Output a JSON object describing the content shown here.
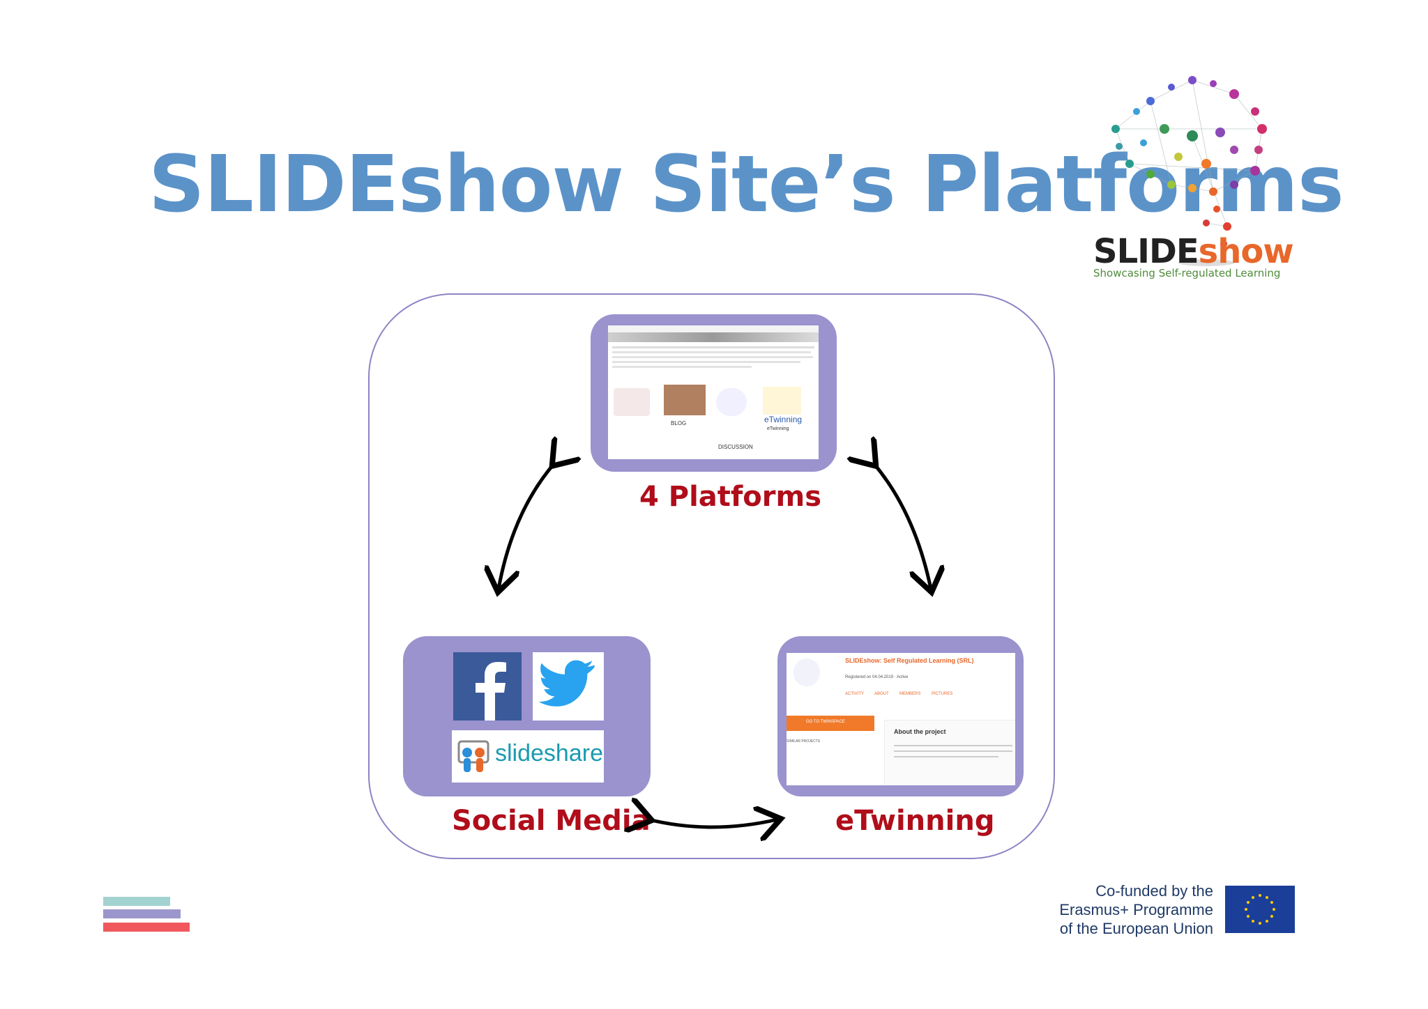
{
  "slide": {
    "title": "SLIDEshow Site’s Platforms"
  },
  "logo": {
    "word_black": "SLIDE",
    "word_orange": "show",
    "tagline": "Showcasing Self-regulated Learning"
  },
  "nodes": {
    "platforms": {
      "label": "4 Platforms",
      "thumb_items": [
        "BLOG",
        "DISCUSSION",
        "eTwinning",
        "eTwinning"
      ]
    },
    "social": {
      "label": "Social Media",
      "slideshare_text": "slideshare"
    },
    "etwinning": {
      "label": "eTwinning",
      "header": "SLIDEshow: Self Regulated Learning (SRL)",
      "registered": "Registered on 04.04.2019 · Active",
      "tabs": [
        "ACTIVITY",
        "ABOUT",
        "MEMBERS",
        "PICTURES"
      ],
      "cta": "GO TO TWINSPACE",
      "similar": "SIMILAR PROJECTS",
      "about_title": "About the project"
    }
  },
  "footer": {
    "eu_line1": "Co-funded by the",
    "eu_line2": "Erasmus+ Programme",
    "eu_line3": "of the European Union"
  },
  "colors": {
    "title": "#5b93c9",
    "node_box": "#9a93ce",
    "label": "#b00d1a",
    "frame": "#8d84c4",
    "bar1": "#a2d3d0",
    "bar2": "#9b96cc",
    "bar3": "#f0585e"
  },
  "icons": [
    "facebook-icon",
    "twitter-icon",
    "slideshare-icon",
    "eu-flag-icon",
    "brain-network-icon"
  ]
}
